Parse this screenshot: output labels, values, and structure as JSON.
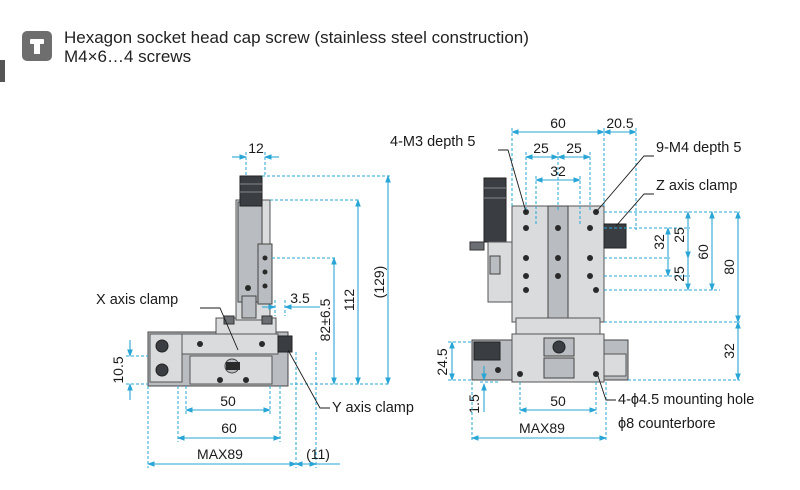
{
  "header": {
    "line1": "Hexagon socket head cap screw (stainless steel construction)",
    "line2": "M4×6…4 screws",
    "icon": "screw-icon"
  },
  "labels": {
    "x_axis_clamp": "X axis clamp",
    "y_axis_clamp": "Y axis clamp",
    "z_axis_clamp": "Z axis clamp",
    "m3_depth": "4-M3 depth 5",
    "m4_depth": "9-M4 depth 5",
    "mounting_hole": "4-ϕ4.5 mounting hole",
    "counterbore": "ϕ8 counterbore"
  },
  "dims_left": {
    "d12": "12",
    "d3_5": "3.5",
    "d10_5": "10.5",
    "d50": "50",
    "d60": "60",
    "max89": "MAX89",
    "d11": "(11)",
    "d82": "82±6.5",
    "d112": "112",
    "d129": "(129)"
  },
  "dims_right": {
    "d60": "60",
    "d20_5": "20.5",
    "d25a": "25",
    "d25b": "25",
    "d32top": "32",
    "d32": "32",
    "d25side": "25",
    "d25side2": "25",
    "d60v": "60",
    "d80": "80",
    "d32v": "32",
    "d24_5": "24.5",
    "d1_5": "1.5",
    "d50": "50",
    "max89": "MAX89"
  }
}
